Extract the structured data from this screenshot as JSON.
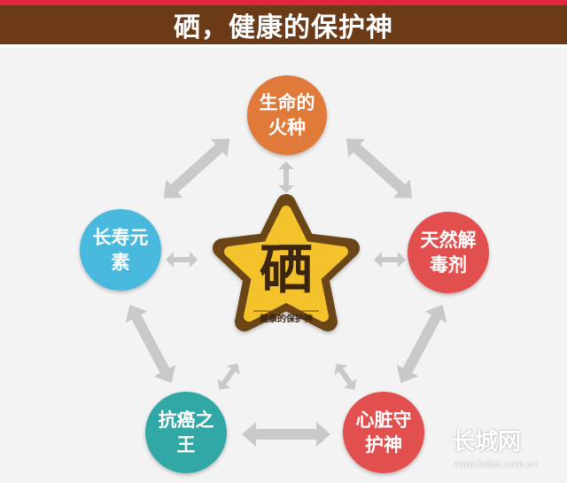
{
  "header": {
    "title": "硒，健康的保护神"
  },
  "center": {
    "char": "硒",
    "subtitle": "健康的保护神"
  },
  "nodes": {
    "top": "生命的火种",
    "right": "天然解毒剂",
    "bottom_right": "心脏守护神",
    "bottom_left": "抗癌之王",
    "left": "长寿元素"
  },
  "watermark": {
    "brand": "长城网",
    "url": "www.hebei.com.cn"
  },
  "colors": {
    "banner": "#6b3a16",
    "orange": "#e07a3a",
    "red": "#e15050",
    "teal": "#30a8a6",
    "sky": "#4ab8dd",
    "star_yellow": "#f4c22b",
    "star_brown": "#6b4417",
    "arrow": "#c9c9c9"
  }
}
